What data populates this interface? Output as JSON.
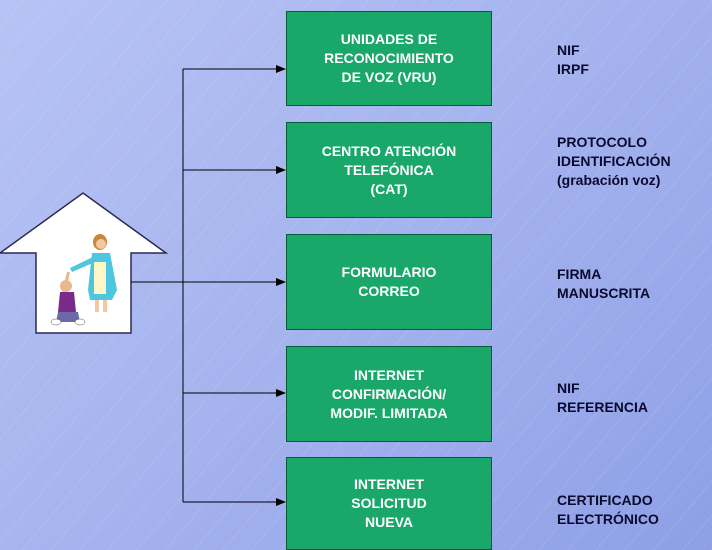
{
  "channels": [
    {
      "box_lines": [
        "UNIDADES DE",
        "RECONOCIMIENTO",
        "DE VOZ (VRU)"
      ],
      "note_lines": [
        "NIF",
        "IRPF"
      ]
    },
    {
      "box_lines": [
        "CENTRO ATENCIÓN",
        "TELEFÓNICA",
        "(CAT)"
      ],
      "note_lines": [
        "PROTOCOLO",
        "IDENTIFICACIÓN",
        "(grabación voz)"
      ]
    },
    {
      "box_lines": [
        "FORMULARIO",
        "CORREO"
      ],
      "note_lines": [
        "FIRMA",
        "MANUSCRITA"
      ]
    },
    {
      "box_lines": [
        "INTERNET",
        "CONFIRMACIÓN/",
        "MODIF. LIMITADA"
      ],
      "note_lines": [
        "NIF",
        "REFERENCIA"
      ]
    },
    {
      "box_lines": [
        "INTERNET",
        "SOLICITUD",
        "NUEVA"
      ],
      "note_lines": [
        "CERTIFICADO",
        "ELECTRÓNICO"
      ]
    }
  ],
  "colors": {
    "box_fill": "#1aa86a",
    "box_border": "#0b5a36",
    "connector": "#000000",
    "note_text": "#0a0a2e"
  },
  "icons": [
    "house-arrow-icon",
    "mother-child-icon"
  ]
}
